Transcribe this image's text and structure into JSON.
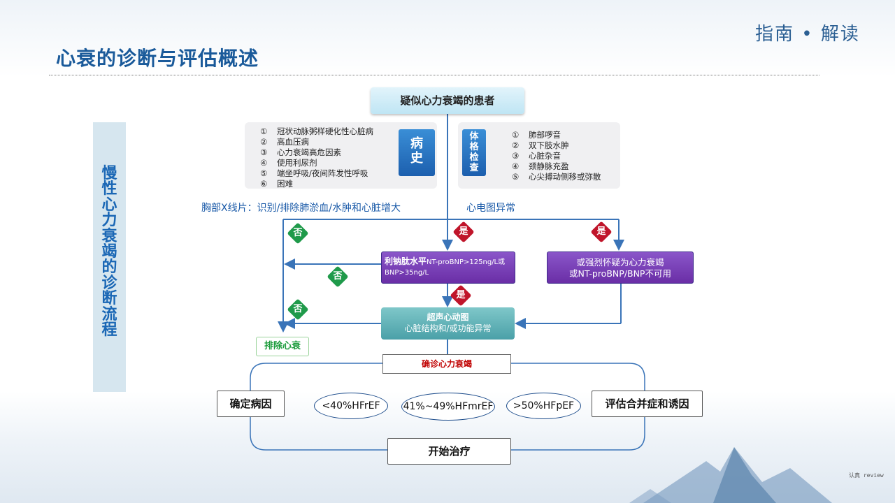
{
  "header": {
    "title": "心衰的诊断与评估概述",
    "brand": "指南 • 解读"
  },
  "side_label": "慢性心力衰竭的诊断流程",
  "flow": {
    "top_box": "疑似心力衰竭的患者",
    "history": {
      "tag": "病史",
      "items": [
        {
          "num": "①",
          "text": "冠状动脉粥样硬化性心脏病"
        },
        {
          "num": "②",
          "text": "高血压病"
        },
        {
          "num": "③",
          "text": "心力衰竭高危因素"
        },
        {
          "num": "④",
          "text": "使用利尿剂"
        },
        {
          "num": "⑤",
          "text": "端坐呼吸/夜间阵发性呼吸"
        },
        {
          "num": "⑥",
          "text": "困难"
        }
      ]
    },
    "exam": {
      "tag": "体格检查",
      "items": [
        {
          "num": "①",
          "text": "肺部啰音"
        },
        {
          "num": "②",
          "text": "双下肢水肿"
        },
        {
          "num": "③",
          "text": "心脏杂音"
        },
        {
          "num": "④",
          "text": "颈静脉充盈"
        },
        {
          "num": "⑤",
          "text": "心尖搏动侧移或弥散"
        }
      ]
    },
    "xray_text": "胸部X线片：识别/排除肺淤血/水肿和心脏增大",
    "ecg_text": "心电图异常",
    "no_label": "否",
    "yes_label": "是",
    "bnp_box": {
      "bold": "利钠肽水平",
      "detail": "NT-proBNP>125ng/L或BNP>35ng/L"
    },
    "strong_box": {
      "line1": "或强烈怀疑为心力衰竭",
      "line2": "或NT-proBNP/BNP不可用"
    },
    "echo_box": {
      "line1": "超声心动图",
      "line2": "心脏结构和/或功能异常"
    },
    "exclude": "排除心衰",
    "confirm": "确诊心力衰竭",
    "etiology": "确定病因",
    "comorbid": "评估合并症和诱因",
    "types": [
      "<40%HFrEF",
      "41%~49%HFmrEF",
      ">50%HFpEF"
    ],
    "treatment": "开始治疗"
  },
  "colors": {
    "title": "#1a5a9a",
    "arrow": "#3a74b8",
    "yes": "#c0152a",
    "no": "#1f9a4a",
    "purple": "#7a3fb6",
    "teal": "#5aaeb3"
  },
  "watermark": "认真 review"
}
